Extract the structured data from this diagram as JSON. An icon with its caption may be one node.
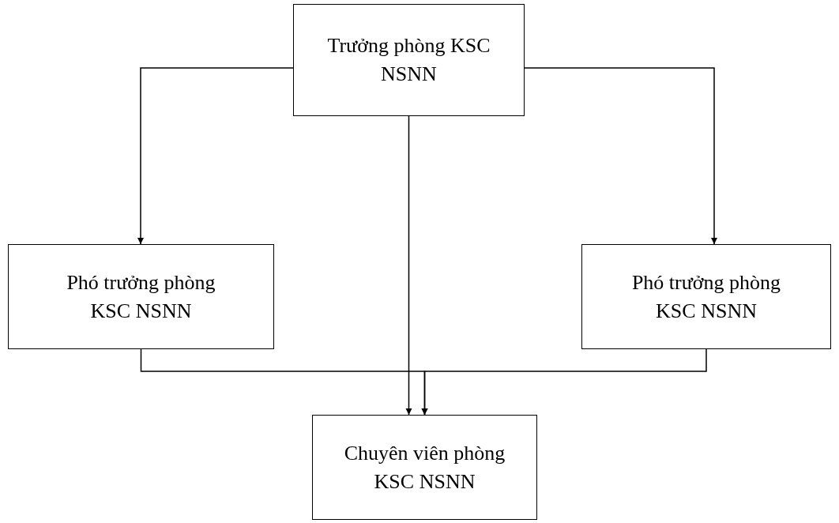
{
  "diagram": {
    "nodes": [
      {
        "text": [
          "Trưởng phòng KSC NSNN"
        ]
      },
      {
        "text": [
          "Phó trưởng phòng KSC NSNN"
        ]
      },
      {
        "text": [
          "Phó trưởng phòng KSC NSNN"
        ]
      },
      {
        "text": [
          "Chuyên viên phòng KSC NSNN"
        ]
      }
    ],
    "edges": [
      {
        "from": 0,
        "to": 1,
        "arrow": "to"
      },
      {
        "from": 0,
        "to": 2,
        "arrow": "to"
      },
      {
        "from": 0,
        "to": 3,
        "arrow": "to"
      },
      {
        "from": 1,
        "to": 3,
        "arrow": "to"
      },
      {
        "from": 2,
        "to": 3,
        "arrow": "to"
      }
    ]
  }
}
